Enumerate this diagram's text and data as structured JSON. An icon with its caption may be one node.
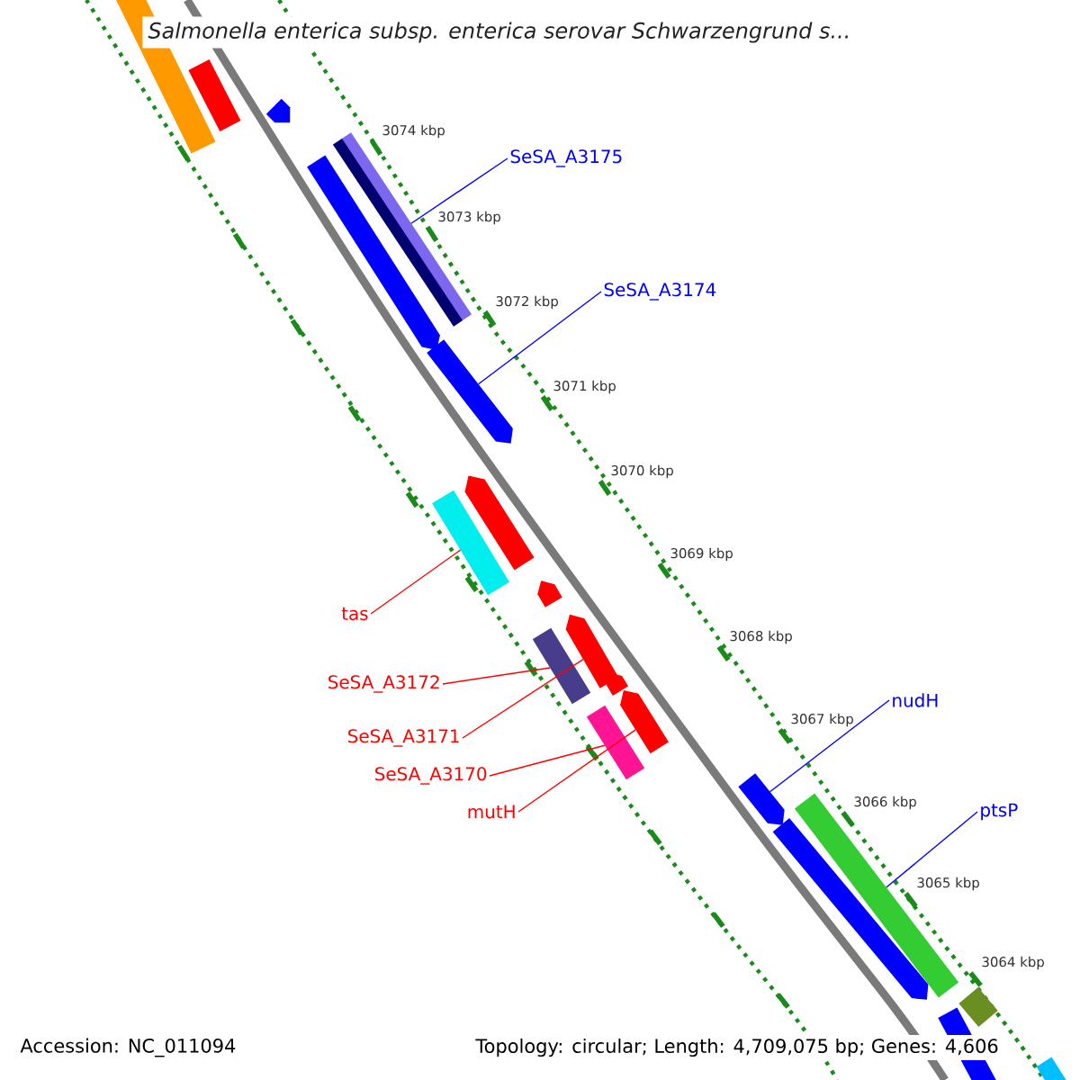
{
  "diagram": {
    "title": "Salmonella enterica subsp. enterica serovar Schwarzengrund s...",
    "nodes": [
      {
        "text": [
          "SeSA_A3175"
        ]
      },
      {
        "text": [],
        "shape": "bar"
      },
      {
        "text": [
          "SeSA_A3174"
        ]
      },
      {
        "text": [],
        "shape": "arrow"
      },
      {
        "text": [
          "tas"
        ]
      },
      {
        "text": [],
        "shape": "bar"
      },
      {
        "text": [
          "SeSA_A3172"
        ]
      },
      {
        "text": [],
        "shape": "bar"
      },
      {
        "text": [
          "SeSA_A3171"
        ]
      },
      {
        "text": [],
        "shape": "arrow"
      },
      {
        "text": [
          "SeSA_A3170"
        ]
      },
      {
        "text": [],
        "shape": "bar"
      },
      {
        "text": [
          "mutH"
        ]
      },
      {
        "text": [],
        "shape": "arrow"
      },
      {
        "text": [
          "nudH"
        ]
      },
      {
        "text": [],
        "shape": "arrow"
      },
      {
        "text": [
          "ptsP"
        ]
      },
      {
        "text": [],
        "shape": "bar"
      },
      {
        "text": [],
        "shape": "bar"
      },
      {
        "text": [],
        "shape": "bar"
      },
      {
        "text": [],
        "shape": "arrow"
      },
      {
        "text": [],
        "shape": "arrow"
      },
      {
        "text": [],
        "shape": "arrow"
      },
      {
        "text": [],
        "shape": "arrow"
      },
      {
        "text": [],
        "shape": "arrow"
      },
      {
        "text": [],
        "shape": "arrow"
      },
      {
        "text": [],
        "shape": "bar"
      },
      {
        "text": [],
        "shape": "arrow"
      },
      {
        "text": [],
        "shape": "bar"
      }
    ],
    "edges": [
      {
        "from": 0,
        "to": 1,
        "arrow": "none",
        "color": "#0000ff"
      },
      {
        "from": 2,
        "to": 3,
        "arrow": "none",
        "color": "#0000ff"
      },
      {
        "from": 4,
        "to": 5,
        "arrow": "none",
        "color": "#ff0000"
      },
      {
        "from": 6,
        "to": 7,
        "arrow": "none",
        "color": "#ff0000"
      },
      {
        "from": 8,
        "to": 9,
        "arrow": "none",
        "color": "#ff0000"
      },
      {
        "from": 10,
        "to": 11,
        "arrow": "none",
        "color": "#ff0000"
      },
      {
        "from": 12,
        "to": 13,
        "arrow": "none",
        "color": "#ff0000"
      },
      {
        "from": 14,
        "to": 15,
        "arrow": "none",
        "color": "#0000ff"
      },
      {
        "from": 16,
        "to": 17,
        "arrow": "none",
        "color": "#0000ff"
      }
    ],
    "labels": [
      "3074 kbp",
      "3073 kbp",
      "3072 kbp",
      "3071 kbp",
      "3070 kbp",
      "3069 kbp",
      "3068 kbp",
      "3067 kbp",
      "3066 kbp",
      "3065 kbp",
      "3064 kbp",
      "Accession: NC_011094",
      "Topology: circular; Length: 4,709,075 bp; Genes: 4,606"
    ]
  }
}
